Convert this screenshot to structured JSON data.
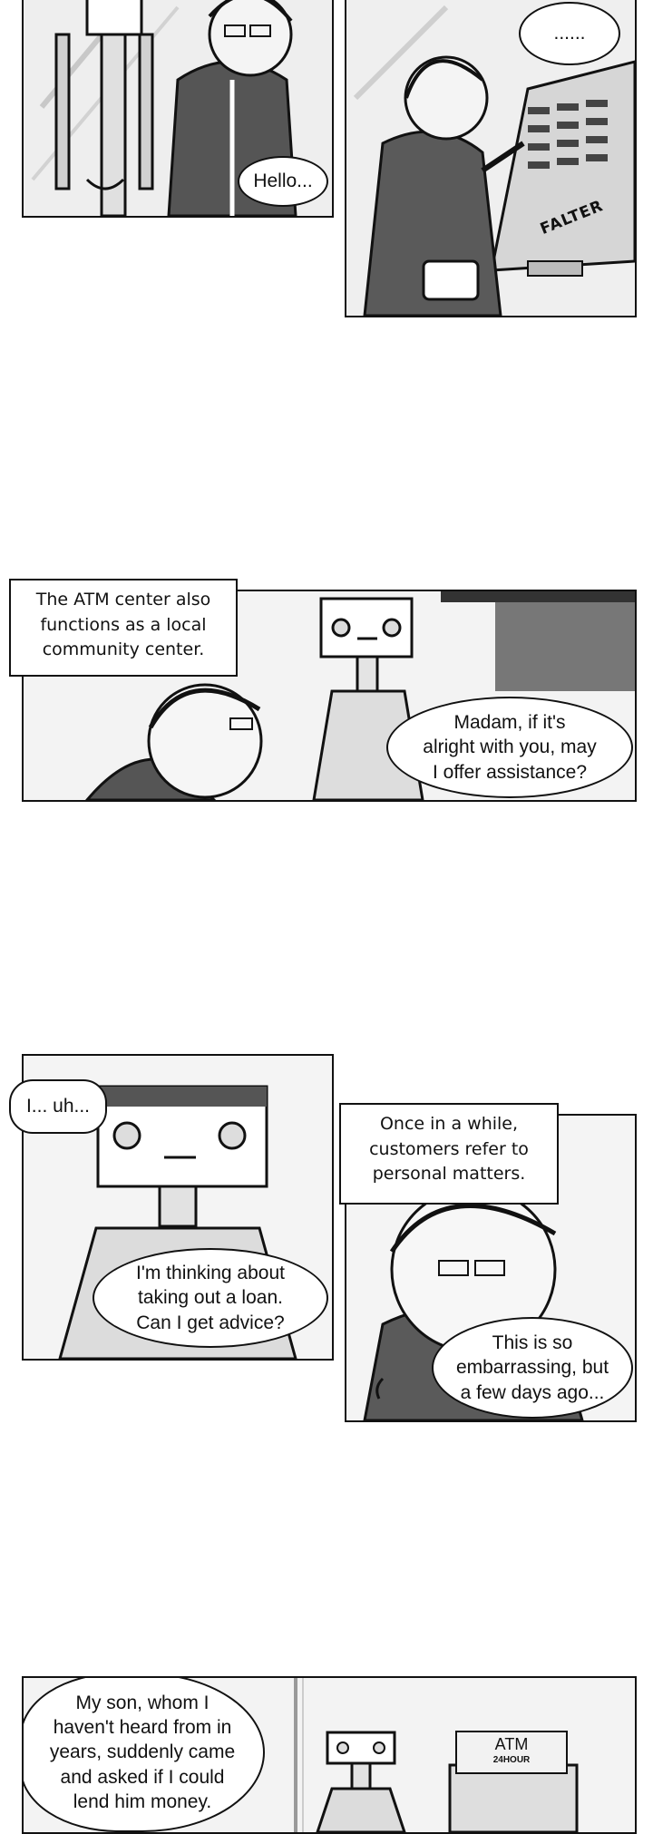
{
  "panels": [
    {
      "bubble": "Hello..."
    },
    {
      "bubble": "......",
      "sfx": "FALTER"
    },
    {
      "caption": "The ATM center also\nfunctions as a local\ncommunity center.",
      "bubble": "Madam, if it's\nalright with you, may\nI offer assistance?"
    },
    {
      "bubble_small": "I... uh...",
      "bubble": "I'm thinking about\ntaking out a loan.\nCan I get advice?"
    },
    {
      "caption": "Once in a while,\ncustomers refer to\npersonal matters.",
      "bubble": "This is so\nembarrassing, but\na few days ago..."
    },
    {
      "bubble": "My son, whom I\nhaven't heard from in\nyears, suddenly came\nand asked if I could\nlend him money.",
      "sign_main": "ATM",
      "sign_sub": "24HOUR"
    }
  ]
}
